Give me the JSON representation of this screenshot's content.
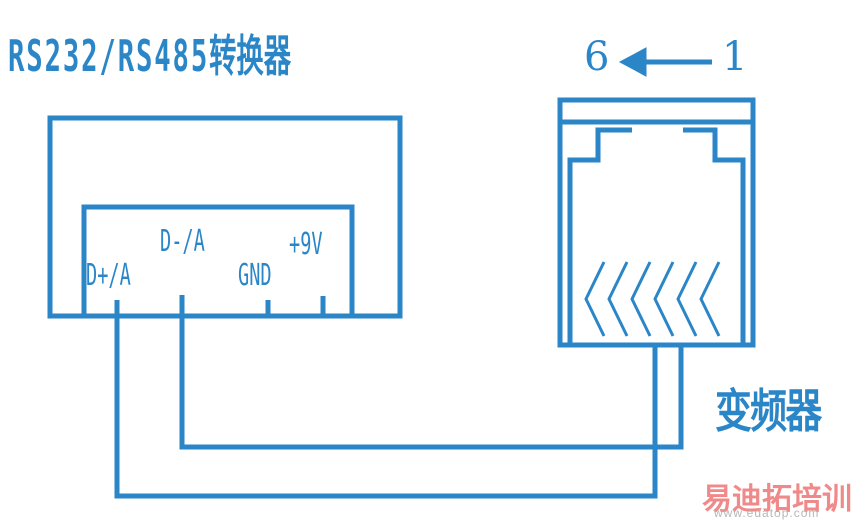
{
  "converter": {
    "title_latin": "RS232/RS485",
    "title_cn": "转换器",
    "pins": {
      "d_minus": "D-/A",
      "plus_9v": "+9V",
      "d_plus": "D+/A",
      "gnd": "GND"
    }
  },
  "rj45": {
    "pin_high": "6",
    "pin_low": "1",
    "arrow_icon": "left-arrow-icon"
  },
  "inverter": {
    "label": "变频器"
  },
  "watermark": {
    "cn": "易迪拓培训",
    "url": "www.edatop.com"
  },
  "colors": {
    "line": "#2b86c8",
    "watermark": "#f08a8a"
  }
}
